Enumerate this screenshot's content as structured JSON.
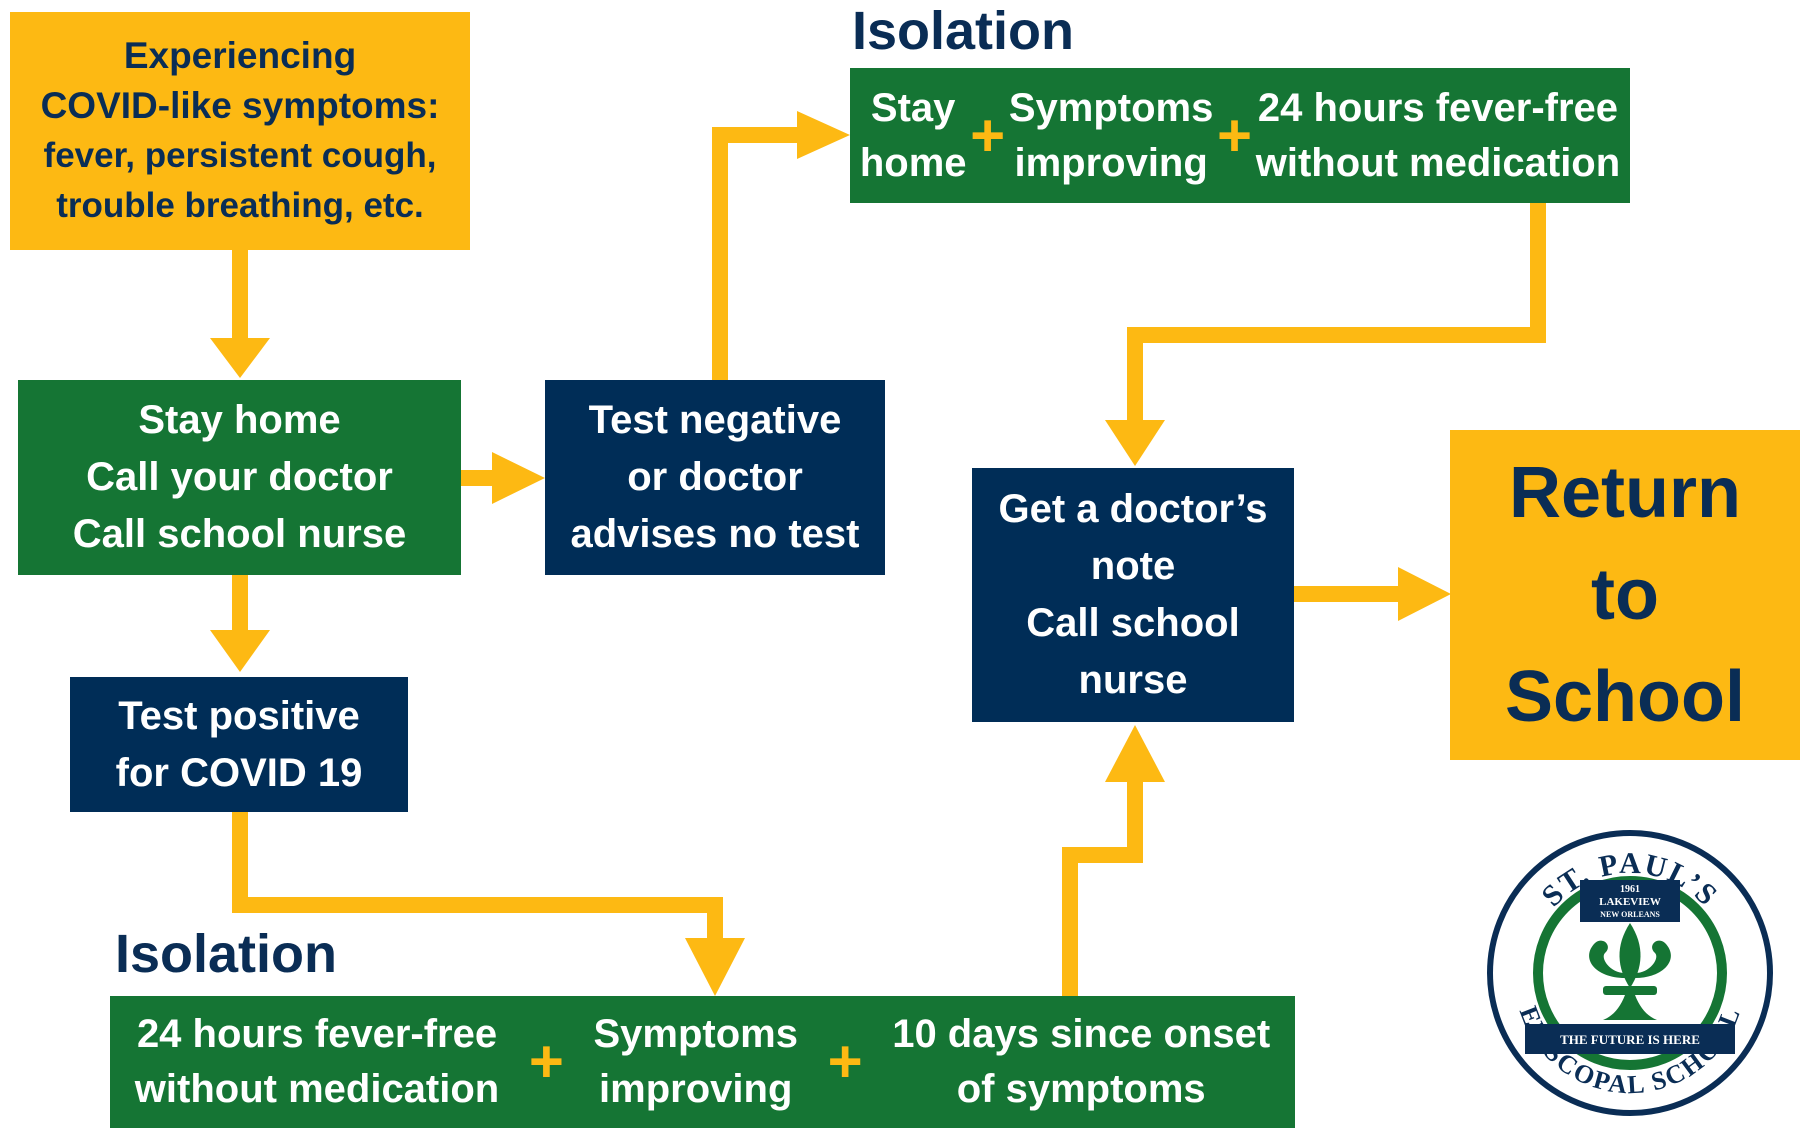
{
  "colors": {
    "gold": "#FDB913",
    "green": "#157534",
    "navy": "#002D57",
    "text_dark": "#0a2d55"
  },
  "symptoms_box": {
    "lines": [
      "Experiencing",
      "COVID-like symptoms:",
      "fever, persistent  cough,",
      "trouble  breathing, etc."
    ]
  },
  "stay_home_box": {
    "lines": [
      "Stay home",
      "Call your doctor",
      "Call school nurse"
    ]
  },
  "test_negative_box": {
    "lines": [
      "Test negative",
      "or doctor",
      "advises no test"
    ]
  },
  "test_positive_box": {
    "lines": [
      "Test positive",
      "for COVID 19"
    ]
  },
  "isolation_top": {
    "heading": "Isolation",
    "items": [
      {
        "lines": [
          "Stay",
          "home"
        ]
      },
      {
        "lines": [
          "Symptoms",
          "improving"
        ]
      },
      {
        "lines": [
          "24 hours fever-free",
          "without medication"
        ]
      }
    ],
    "separator": "+"
  },
  "isolation_bottom": {
    "heading": "Isolation",
    "items": [
      {
        "lines": [
          "24 hours fever-free",
          "without medication"
        ]
      },
      {
        "lines": [
          "Symptoms",
          "improving"
        ]
      },
      {
        "lines": [
          "10 days since onset",
          "of symptoms"
        ]
      }
    ],
    "separator": "+"
  },
  "doctor_note_box": {
    "lines": [
      "Get a doctor’s",
      "note",
      "Call school",
      "nurse"
    ]
  },
  "return_box": {
    "lines": [
      "Return",
      "to",
      "School"
    ]
  },
  "logo": {
    "top_text": "ST. PAUL’S",
    "year": "1961",
    "banner_line1": "LAKEVIEW",
    "banner_line2": "NEW ORLEANS",
    "motto": "THE FUTURE IS HERE",
    "bottom_text": "EPISCOPAL SCHOOL",
    "icon": "fleur-de-lis-icon"
  }
}
